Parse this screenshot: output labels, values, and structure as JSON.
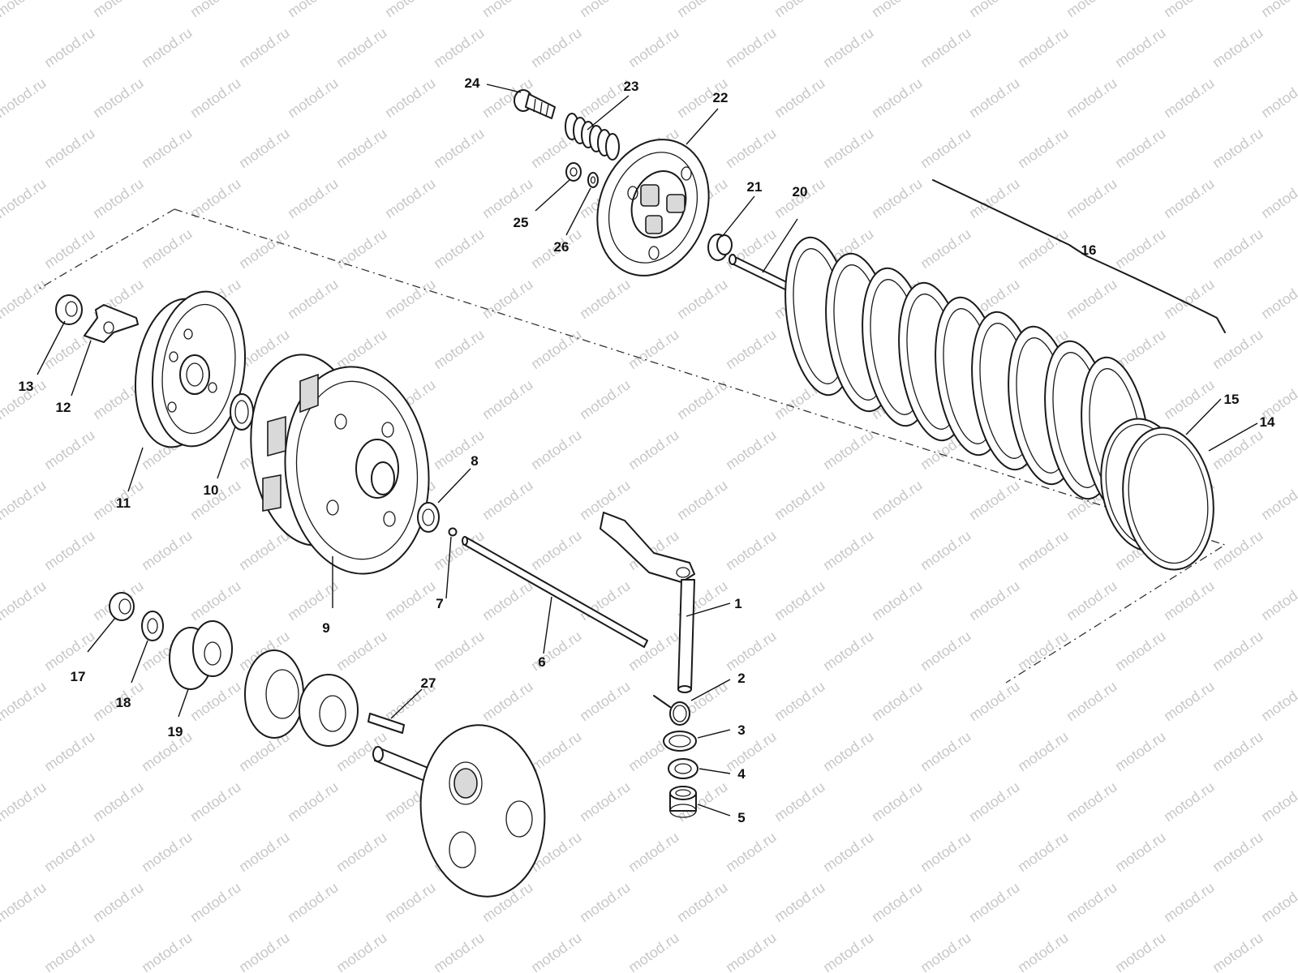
{
  "watermark": "motod.ru",
  "callouts": [
    {
      "id": "1",
      "label": "1"
    },
    {
      "id": "2",
      "label": "2"
    },
    {
      "id": "3",
      "label": "3"
    },
    {
      "id": "4",
      "label": "4"
    },
    {
      "id": "5",
      "label": "5"
    },
    {
      "id": "6",
      "label": "6"
    },
    {
      "id": "7",
      "label": "7"
    },
    {
      "id": "8",
      "label": "8"
    },
    {
      "id": "9",
      "label": "9"
    },
    {
      "id": "10",
      "label": "10"
    },
    {
      "id": "11",
      "label": "11"
    },
    {
      "id": "12",
      "label": "12"
    },
    {
      "id": "13",
      "label": "13"
    },
    {
      "id": "14",
      "label": "14"
    },
    {
      "id": "15",
      "label": "15"
    },
    {
      "id": "16",
      "label": "16"
    },
    {
      "id": "17",
      "label": "17"
    },
    {
      "id": "18",
      "label": "18"
    },
    {
      "id": "19",
      "label": "19"
    },
    {
      "id": "20",
      "label": "20"
    },
    {
      "id": "21",
      "label": "21"
    },
    {
      "id": "22",
      "label": "22"
    },
    {
      "id": "23",
      "label": "23"
    },
    {
      "id": "24",
      "label": "24"
    },
    {
      "id": "25",
      "label": "25"
    },
    {
      "id": "26",
      "label": "26"
    },
    {
      "id": "27",
      "label": "27"
    }
  ],
  "colors": {
    "background": "#ffffff",
    "ink": "#1a1a1a",
    "watermark": "#c8c8c8"
  }
}
